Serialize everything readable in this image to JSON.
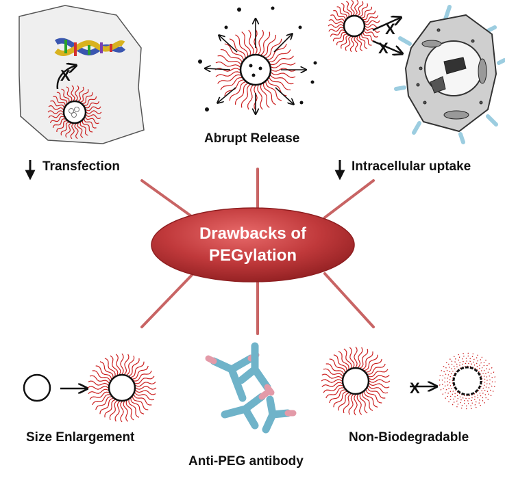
{
  "center": {
    "line1": "Drawbacks of",
    "line2": "PEGylation"
  },
  "labels": {
    "abrupt_release": "Abrupt Release",
    "transfection": "Transfection",
    "intracellular_uptake": "Intracellular uptake",
    "size_enlargement": "Size Enlargement",
    "anti_peg_antibody": "Anti-PEG antibody",
    "non_biodegradable": "Non-Biodegradable"
  },
  "blocked_mark": "X",
  "colors": {
    "ellipse": "#c0393b",
    "spokes": "#c86464",
    "peg_chains": "#cc2020",
    "antibody": "#6fb3c9",
    "antibody_tip": "#e39aa8",
    "cell_fill": "#e8e8e8",
    "receptor": "#9ccde0"
  }
}
